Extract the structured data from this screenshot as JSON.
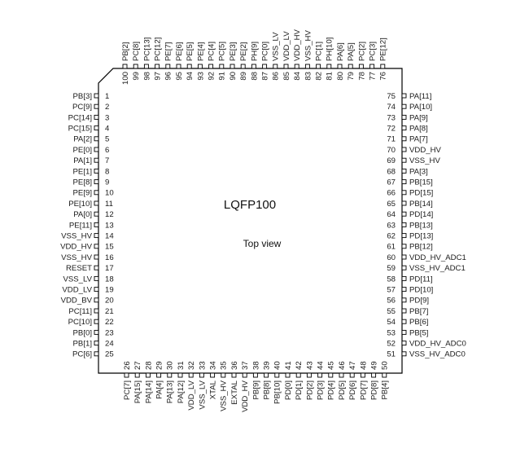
{
  "package": {
    "title": "LQFP100",
    "subtitle": "Top view"
  },
  "pins": {
    "left": [
      {
        "n": "1",
        "name": "PB[3]"
      },
      {
        "n": "2",
        "name": "PC[9]"
      },
      {
        "n": "3",
        "name": "PC[14]"
      },
      {
        "n": "4",
        "name": "PC[15]"
      },
      {
        "n": "5",
        "name": "PA[2]"
      },
      {
        "n": "6",
        "name": "PE[0]"
      },
      {
        "n": "7",
        "name": "PA[1]"
      },
      {
        "n": "8",
        "name": "PE[1]"
      },
      {
        "n": "9",
        "name": "PE[8]"
      },
      {
        "n": "10",
        "name": "PE[9]"
      },
      {
        "n": "11",
        "name": "PE[10]"
      },
      {
        "n": "12",
        "name": "PA[0]"
      },
      {
        "n": "13",
        "name": "PE[11]"
      },
      {
        "n": "14",
        "name": "VSS_HV"
      },
      {
        "n": "15",
        "name": "VDD_HV"
      },
      {
        "n": "16",
        "name": "VSS_HV"
      },
      {
        "n": "17",
        "name": "RESET"
      },
      {
        "n": "18",
        "name": "VSS_LV"
      },
      {
        "n": "19",
        "name": "VDD_LV"
      },
      {
        "n": "20",
        "name": "VDD_BV"
      },
      {
        "n": "21",
        "name": "PC[11]"
      },
      {
        "n": "22",
        "name": "PC[10]"
      },
      {
        "n": "23",
        "name": "PB[0]"
      },
      {
        "n": "24",
        "name": "PB[1]"
      },
      {
        "n": "25",
        "name": "PC[6]"
      }
    ],
    "right": [
      {
        "n": "75",
        "name": "PA[11]"
      },
      {
        "n": "74",
        "name": "PA[10]"
      },
      {
        "n": "73",
        "name": "PA[9]"
      },
      {
        "n": "72",
        "name": "PA[8]"
      },
      {
        "n": "71",
        "name": "PA[7]"
      },
      {
        "n": "70",
        "name": "VDD_HV"
      },
      {
        "n": "69",
        "name": "VSS_HV"
      },
      {
        "n": "68",
        "name": "PA[3]"
      },
      {
        "n": "67",
        "name": "PB[15]"
      },
      {
        "n": "66",
        "name": "PD[15]"
      },
      {
        "n": "65",
        "name": "PB[14]"
      },
      {
        "n": "64",
        "name": "PD[14]"
      },
      {
        "n": "63",
        "name": "PB[13]"
      },
      {
        "n": "62",
        "name": "PD[13]"
      },
      {
        "n": "61",
        "name": "PB[12]"
      },
      {
        "n": "60",
        "name": "VDD_HV_ADC1"
      },
      {
        "n": "59",
        "name": "VSS_HV_ADC1"
      },
      {
        "n": "58",
        "name": "PD[11]"
      },
      {
        "n": "57",
        "name": "PD[10]"
      },
      {
        "n": "56",
        "name": "PD[9]"
      },
      {
        "n": "55",
        "name": "PB[7]"
      },
      {
        "n": "54",
        "name": "PB[6]"
      },
      {
        "n": "53",
        "name": "PB[5]"
      },
      {
        "n": "52",
        "name": "VDD_HV_ADC0"
      },
      {
        "n": "51",
        "name": "VSS_HV_ADC0"
      }
    ],
    "top": [
      {
        "n": "100",
        "name": "PB[2]"
      },
      {
        "n": "99",
        "name": "PC[8]"
      },
      {
        "n": "98",
        "name": "PC[13]"
      },
      {
        "n": "97",
        "name": "PC[12]"
      },
      {
        "n": "96",
        "name": "PE[7]"
      },
      {
        "n": "95",
        "name": "PE[6]"
      },
      {
        "n": "94",
        "name": "PE[5]"
      },
      {
        "n": "93",
        "name": "PE[4]"
      },
      {
        "n": "92",
        "name": "PC[4]"
      },
      {
        "n": "91",
        "name": "PC[5]"
      },
      {
        "n": "90",
        "name": "PE[3]"
      },
      {
        "n": "89",
        "name": "PE[2]"
      },
      {
        "n": "88",
        "name": "PH[9]"
      },
      {
        "n": "87",
        "name": "PC[0]"
      },
      {
        "n": "86",
        "name": "VSS_LV"
      },
      {
        "n": "85",
        "name": "VDD_LV"
      },
      {
        "n": "84",
        "name": "VDD_HV"
      },
      {
        "n": "83",
        "name": "VSS_HV"
      },
      {
        "n": "82",
        "name": "PC[1]"
      },
      {
        "n": "81",
        "name": "PH[10]"
      },
      {
        "n": "80",
        "name": "PA[6]"
      },
      {
        "n": "79",
        "name": "PA[5]"
      },
      {
        "n": "78",
        "name": "PC[2]"
      },
      {
        "n": "77",
        "name": "PC[3]"
      },
      {
        "n": "76",
        "name": "PE[12]"
      }
    ],
    "bottom": [
      {
        "n": "26",
        "name": "PC[7]"
      },
      {
        "n": "27",
        "name": "PA[15]"
      },
      {
        "n": "28",
        "name": "PA[14]"
      },
      {
        "n": "29",
        "name": "PA[4]"
      },
      {
        "n": "30",
        "name": "PA[13]"
      },
      {
        "n": "31",
        "name": "PA[12]"
      },
      {
        "n": "32",
        "name": "VDD_LV"
      },
      {
        "n": "33",
        "name": "VSS_LV"
      },
      {
        "n": "34",
        "name": "XTAL"
      },
      {
        "n": "35",
        "name": "VSS_HV"
      },
      {
        "n": "36",
        "name": "EXTAL"
      },
      {
        "n": "37",
        "name": "VDD_HV"
      },
      {
        "n": "38",
        "name": "PB[9]"
      },
      {
        "n": "39",
        "name": "PB[8]"
      },
      {
        "n": "40",
        "name": "PB[10]"
      },
      {
        "n": "41",
        "name": "PD[0]"
      },
      {
        "n": "42",
        "name": "PD[1]"
      },
      {
        "n": "43",
        "name": "PD[2]"
      },
      {
        "n": "44",
        "name": "PD[3]"
      },
      {
        "n": "45",
        "name": "PD[4]"
      },
      {
        "n": "46",
        "name": "PD[5]"
      },
      {
        "n": "47",
        "name": "PD[6]"
      },
      {
        "n": "48",
        "name": "PD[7]"
      },
      {
        "n": "49",
        "name": "PD[8]"
      },
      {
        "n": "50",
        "name": "PB[4]"
      }
    ]
  }
}
